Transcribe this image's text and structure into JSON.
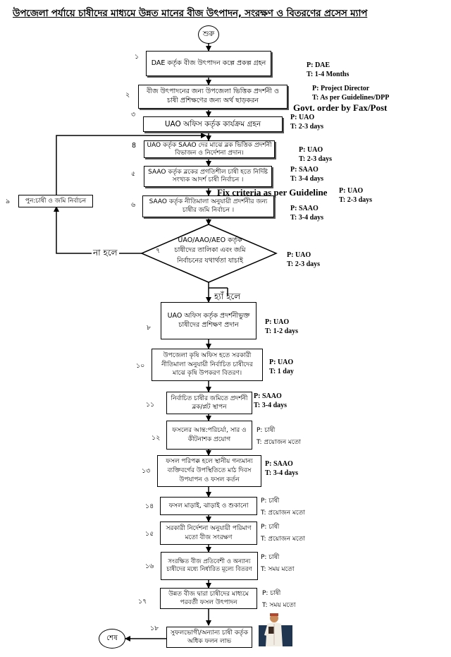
{
  "title": "উপজেলা পর্যায়ে চাষীদের মাধ্যমে উন্নত মানের বীজ উৎপাদন, সংরক্ষণ ও বিতরণের  প্রসেস ম্যাপ",
  "start_label": "শুরু",
  "end_label": "শেষ",
  "steps": [
    {
      "num": "১",
      "text": "DAE কর্তৃক বীজ উৎপাদন কল্পে প্রকল্প গ্রহন",
      "p": "P: DAE",
      "t": "T: 1-4 Months"
    },
    {
      "num": "২",
      "text": "বীজ উৎপাদনের জন্য উপজেলা ভিত্তিক প্রদর্শনী ও চাষী প্রশিক্ষণের জন্য অর্থ ছাড়করন",
      "p": "P: Project Director",
      "t": "T: As per Guidelines/DPP"
    },
    {
      "num": "৩",
      "text": "UAO অফিস কর্তৃক কার্যক্রম গ্রহন",
      "p": "P: UAO",
      "t": "T: 2-3 days"
    },
    {
      "num": "8",
      "text": "UAO কর্তৃক SAAO দের মাঝে ব্লক ভিত্তিক প্রদর্শনী বিভাজন ও নির্দেশনা প্রদান।",
      "p": "P: UAO",
      "t": "T: 2-3 days"
    },
    {
      "num": "৫",
      "text": "SAAO কর্তৃক ব্লকের প্রগতিশীল চাষী হতে নির্দিষ্ট সংখ্যক আদর্শ চাষী নির্বাচন ।",
      "p": "P: SAAO",
      "t": "T: 3-4 days"
    },
    {
      "num": "৬",
      "text": "SAAO কর্তৃক নীতিমালা অনুযায়ী প্রদর্শনীর জন্য চাষীর জমি নির্বাচন ।",
      "p": "P: SAAO",
      "t": "T: 3-4 days"
    },
    {
      "num": "৭",
      "text": "UAO/AAO/AEO  কর্তৃক চাষীদের তালিকা  এবং জমি নির্বাচনের যথার্থতা যাচাই",
      "p": "P: UAO",
      "t": "T: 2-3 days"
    },
    {
      "num": "৮",
      "text": "UAO অফিস কর্তৃক প্রদর্শনীভুক্ত চাষীদের প্রশিক্ষণ প্রদান",
      "p": "P: UAO",
      "t": "T: 1-2 days"
    },
    {
      "num": "৯",
      "text": "পুন:চাষী ও জমি নির্বাচন"
    },
    {
      "num": "১০",
      "text": "উপজেলা কৃষি অফিস হতে সরকারী নীতিমালা অনুযায়ী নির্বাচিত চাষীদের মাঝে কৃষি উপকরণ বিতরণ।",
      "p": "P: UAO",
      "t": "T: 1 day"
    },
    {
      "num": "১১",
      "text": "নির্বাচিত চাষীর জমিতে প্রদর্শনী ব্লক/প্লট স্থাপন",
      "p": "P: SAAO",
      "t": "T: 3-4 days"
    },
    {
      "num": "১২",
      "text": "ফসলের আন্ত:পরিচর্যা, সার ও কীটনাশক প্রয়োগ",
      "p": "P: চাষী",
      "t": "T: প্রয়োজন মতো"
    },
    {
      "num": "১৩",
      "text": "ফসল পরিপক্ক হলে স্থানীয় গন্যমান্য ব্যক্তিবর্গের উপস্থিতিতে মাঠ দিবস উপযাপন ও ফসল কর্তন",
      "p": "P: SAAO",
      "t": "T: 3-4 days"
    },
    {
      "num": "১৪",
      "text": "ফসল মাড়াই, ঝাড়াই ও শুকানো",
      "p": "P: চাষী",
      "t": "T: প্রয়োজন মতো"
    },
    {
      "num": "১৫",
      "text": "সরকারী নির্দেশনা অনুযায়ী পরিমাণ মতো বীজ সংরক্ষণ",
      "p": "P: চাষী",
      "t": "T: প্রয়োজন মতো"
    },
    {
      "num": "১৬",
      "text": "সংরক্ষিত বীজ প্রতিবেশী ও অন্যান্য চাষীদের মধ্যে নির্ধারিত মূল্যে বিতরণ",
      "p": "P: চাষী",
      "t": "T: সময় মতো"
    },
    {
      "num": "১৭",
      "text": "উন্নত বীজ দ্বারা চাষীদের মাধ্যমে পরবর্তী ফসল উৎপাদন",
      "p": "P: চাষী",
      "t": "T: সময় মতো"
    },
    {
      "num": "১৮",
      "text": "সুফলভোগী/অন্যান্য চাষী কর্তৃক অধিক ফলন লাভ"
    }
  ],
  "annotations": {
    "govt_order": "Govt. order by Fax/Post",
    "fix_criteria": "Fix criteria as per Guideline",
    "fix_criteria_p": "P: UAO",
    "fix_criteria_t": "T: 2-3 days"
  },
  "branches": {
    "no": "না হলে",
    "yes": "হ্যাঁ হলে"
  }
}
